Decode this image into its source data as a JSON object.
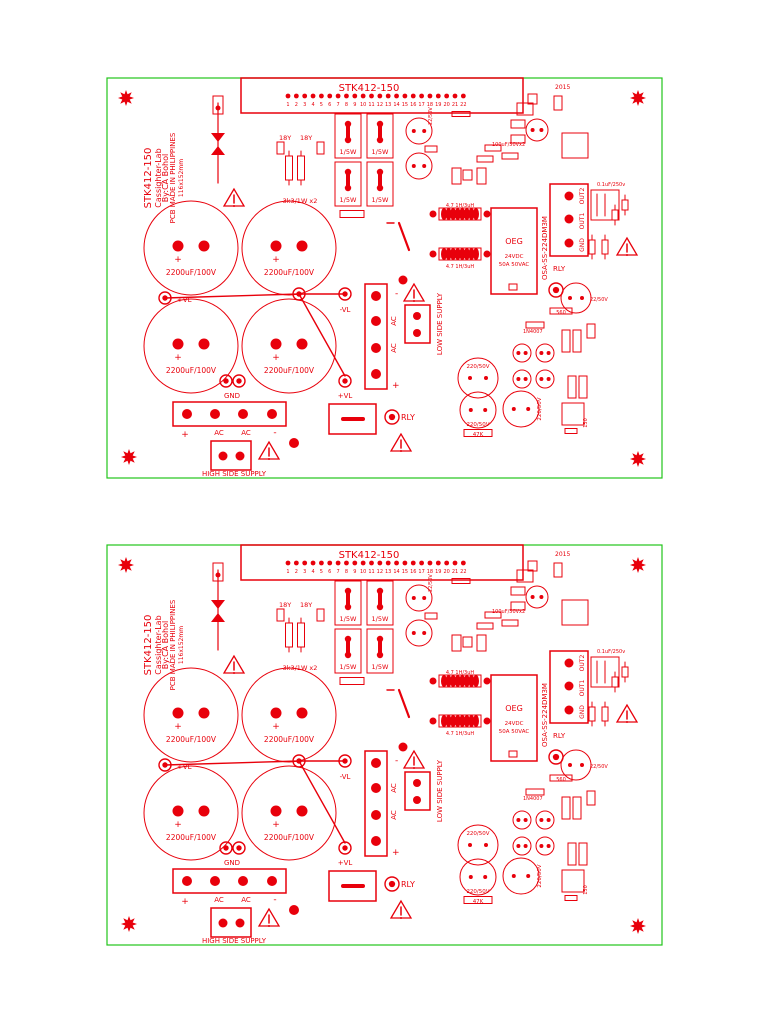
{
  "colors": {
    "trace": "#e8000b",
    "border": "#22c41a",
    "background": "#ffffff"
  },
  "boards": [
    {
      "name": "top-board",
      "labels": {
        "title": "STK412-150",
        "pins": [
          "1",
          "2",
          "3",
          "4",
          "5",
          "6",
          "7",
          "8",
          "9",
          "10",
          "11",
          "12",
          "13",
          "14",
          "15",
          "16",
          "17",
          "18",
          "19",
          "20",
          "21",
          "22"
        ],
        "credit": [
          "STK412-150",
          "Cassighter-Lab",
          "By:CA Bohol",
          "PCB MADE IN PHILIPPINES",
          "116x152mm"
        ],
        "big_caps": [
          "2200uF/100V",
          "2200uF/100V",
          "2200uF/100V",
          "2200uF/100V"
        ],
        "plus": "+",
        "minus": "-",
        "plus_vl": "+VL",
        "minus_vl": "-VL",
        "gnd": "GND",
        "ac": "AC",
        "high_side": "HIGH SIDE SUPPLY",
        "low_side": "LOW SIDE SUPPLY",
        "rly": "RLY",
        "relay_brand": "OEG",
        "relay_rating": [
          "24VDC",
          "50A 50VAC"
        ],
        "relay_model": "OSA-SS-224DM3M",
        "coil": "4.7 1H/3uH",
        "res_1_5w": "1/5W",
        "res_18y": "18Y",
        "res_3k3": "3k3/1W x2",
        "cap_220_50": "220/50V",
        "cap_22_50": "22/50V",
        "cap_100uf": "100uF/50Vx2",
        "r_47k": "47K",
        "r_560": "560",
        "r_150": "150",
        "d_1n4007": "1N4007",
        "year": "2015",
        "out1": "OUT1",
        "out2": "OUT2",
        "gnd_out": "GND",
        "cap_01": "0.1uF/250v"
      }
    },
    {
      "name": "bottom-board",
      "labels": {
        "title": "STK412-150",
        "pins": [
          "1",
          "2",
          "3",
          "4",
          "5",
          "6",
          "7",
          "8",
          "9",
          "10",
          "11",
          "12",
          "13",
          "14",
          "15",
          "16",
          "17",
          "18",
          "19",
          "20",
          "21",
          "22"
        ],
        "credit": [
          "STK412-150",
          "Cassighter-Lab",
          "By:CA Bohol",
          "PCB MADE IN PHILIPPINES",
          "116x152mm"
        ],
        "big_caps": [
          "2200uF/100V",
          "2200uF/100V",
          "2200uF/100V",
          "2200uF/100V"
        ],
        "plus": "+",
        "minus": "-",
        "plus_vl": "+VL",
        "minus_vl": "-VL",
        "gnd": "GND",
        "ac": "AC",
        "high_side": "HIGH SIDE SUPPLY",
        "low_side": "LOW SIDE SUPPLY",
        "rly": "RLY",
        "relay_brand": "OEG",
        "relay_rating": [
          "24VDC",
          "50A 50VAC"
        ],
        "relay_model": "OSA-SS-224DM3M",
        "coil": "4.7 1H/3uH",
        "res_1_5w": "1/5W",
        "res_18y": "18Y",
        "res_3k3": "3k3/1W x2",
        "cap_220_50": "220/50V",
        "cap_22_50": "22/50V",
        "cap_100uf": "100uF/50Vx2",
        "r_47k": "47K",
        "r_560": "560",
        "r_150": "150",
        "d_1n4007": "1N4007",
        "year": "2015",
        "out1": "OUT1",
        "out2": "OUT2",
        "gnd_out": "GND",
        "cap_01": "0.1uF/250v"
      }
    }
  ]
}
